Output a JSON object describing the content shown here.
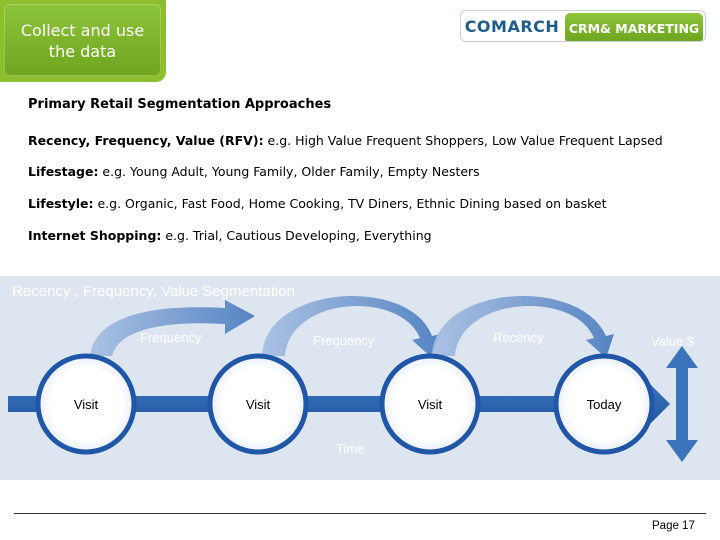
{
  "title": "Collect and use\nthe data",
  "logo": {
    "brand": "COMARCH",
    "tagline": "CRM& MARKETING"
  },
  "heading": "Primary Retail Segmentation Approaches",
  "approaches": [
    {
      "label": "Recency, Frequency, Value (RFV):",
      "text": " e.g. High Value Frequent Shoppers, Low Value Frequent Lapsed"
    },
    {
      "label": "Lifestage:",
      "text": " e.g. Young Adult, Young Family, Older Family, Empty Nesters"
    },
    {
      "label": "Lifestyle:",
      "text": " e.g. Organic, Fast Food, Home Cooking, TV Diners, Ethnic Dining based on basket"
    },
    {
      "label": "Internet Shopping:",
      "text": " e.g. Trial, Cautious Developing, Everything"
    }
  ],
  "diagram": {
    "title": "Recency , Frequency, Value Segmentation",
    "arrow_labels": [
      "Frequency",
      "Frequency",
      "Recency"
    ],
    "value_label": "Value $",
    "nodes": [
      "Visit",
      "Visit",
      "Visit",
      "Today"
    ],
    "time_label": "Time",
    "colors": {
      "panel": "#dde5f1",
      "timeline": "#2a62ac",
      "circle_ring": "#1f56a8",
      "arrow": "#5b87c5"
    }
  },
  "page": "Page 17"
}
